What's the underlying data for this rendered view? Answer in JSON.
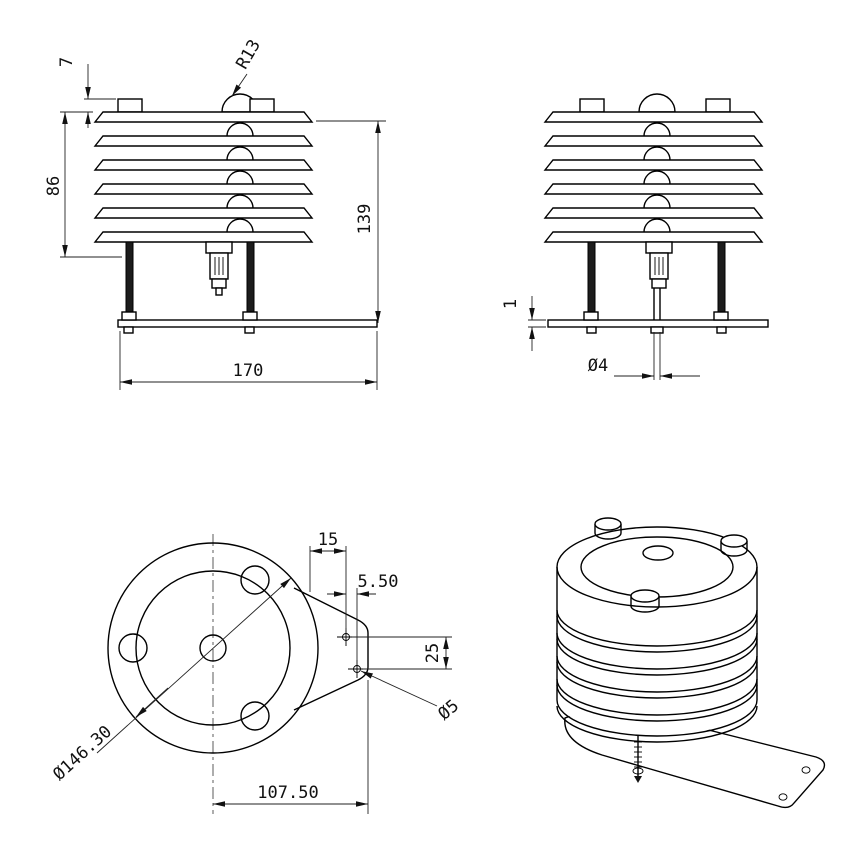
{
  "front_view": {
    "dim_tab_height": "7",
    "dim_stack_height": "86",
    "dim_overall_height": "139",
    "dim_base_width": "170",
    "dim_cap_radius": "R13"
  },
  "side_view": {
    "dim_plate_thickness": "1",
    "dim_rod_diameter": "Ø4"
  },
  "bottom_view": {
    "dim_edge_to_hole": "15",
    "dim_hole_offset": "5.50",
    "dim_hole_spacing": "25",
    "dim_hole_diameter": "Ø5",
    "dim_outer_diameter": "Ø146.30",
    "dim_center_to_edge": "107.50"
  }
}
